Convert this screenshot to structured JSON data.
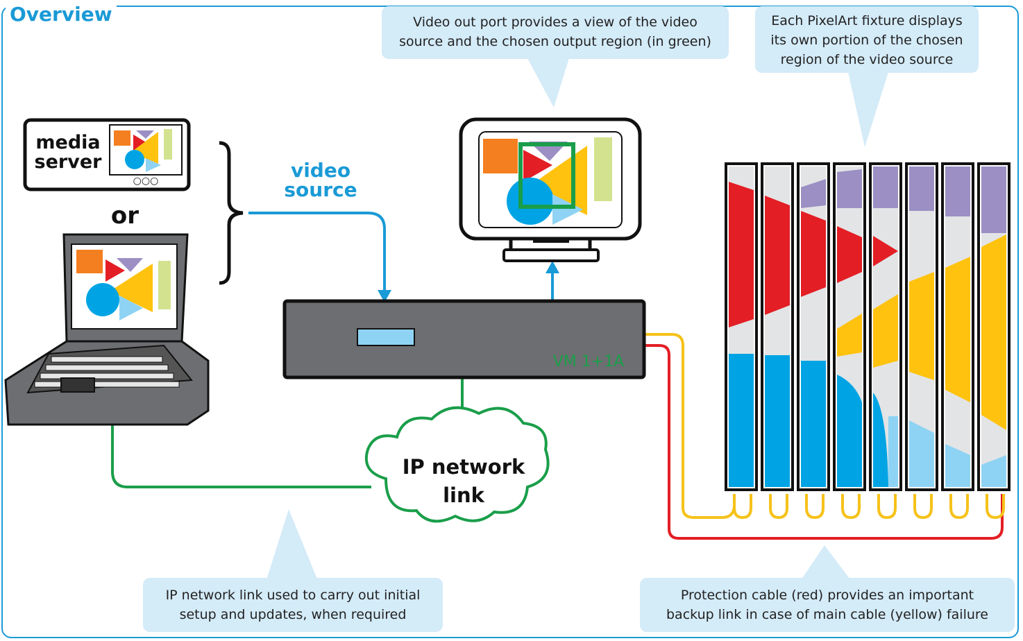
{
  "title": "Overview",
  "callouts": {
    "monitor": [
      "Video out port provides a view of the video",
      "source and the chosen output region (in green)"
    ],
    "fixtures": [
      "Each PixelArt fixture displays",
      "its own portion of the chosen",
      "region of the video source"
    ],
    "network": [
      "IP network link used to carry out initial",
      "setup and updates, when required"
    ],
    "protection": [
      "Protection cable (red) provides an important",
      "backup link in case of main cable (yellow) failure"
    ]
  },
  "media_server": {
    "line1": "media",
    "line2": "server",
    "dots": "○○○"
  },
  "or_label": "or",
  "video_source": {
    "line1": "video",
    "line2": "source"
  },
  "device_label": "VM 1+1A",
  "cloud": {
    "line1": "IP network",
    "line2": "link"
  },
  "colors": {
    "accent_blue": "#1a9ad6",
    "callout_bg": "#d4ebf8",
    "network_green": "#1a9e4a",
    "main_cable_yellow": "#f6c21a",
    "protection_red": "#e31e24",
    "device_gray": "#6d6e71",
    "fixture_red": "#e31e24",
    "fixture_blue": "#00a4e4",
    "fixture_lightblue": "#8fd3f4",
    "fixture_yellow": "#ffc20e",
    "fixture_purple": "#9b8fc4",
    "fixture_gray": "#e3e4e6"
  }
}
